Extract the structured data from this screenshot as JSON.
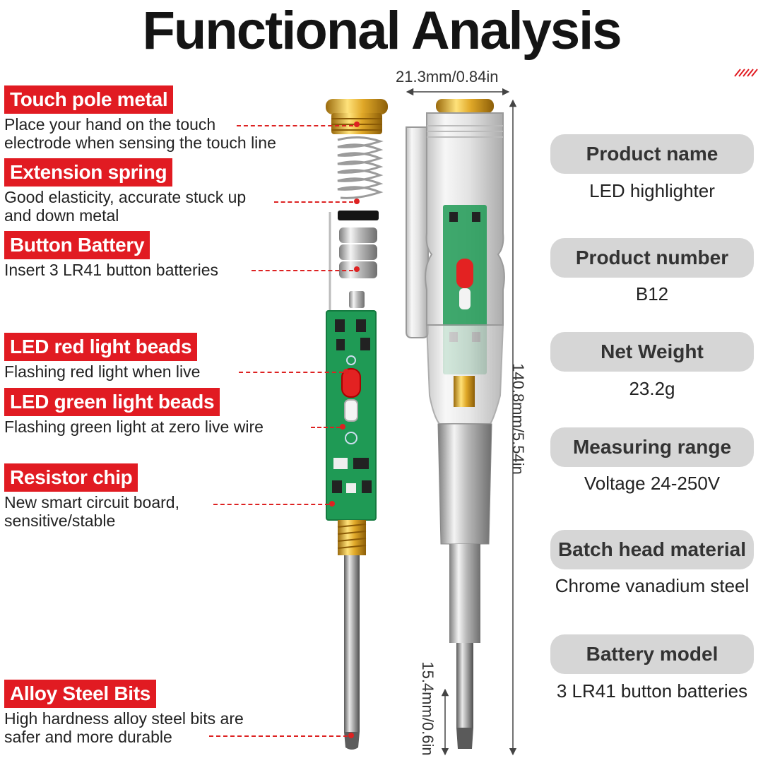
{
  "title": "Functional Analysis",
  "features": [
    {
      "label": "Touch pole metal",
      "description": [
        "Place your hand on the touch",
        "electrode when sensing the touch line"
      ]
    },
    {
      "label": "Extension spring",
      "description": [
        "Good elasticity, accurate stuck up",
        "and down metal"
      ]
    },
    {
      "label": "Button Battery",
      "description": [
        "Insert 3 LR41 button batteries"
      ]
    },
    {
      "label": "LED red light beads",
      "description": [
        "Flashing red light when live"
      ]
    },
    {
      "label": "LED green light beads",
      "description": [
        "Flashing green light at zero live wire"
      ]
    },
    {
      "label": "Resistor chip",
      "description": [
        "New smart circuit board,",
        "sensitive/stable"
      ]
    },
    {
      "label": "Alloy Steel Bits",
      "description": [
        "High hardness alloy steel bits are",
        "safer and more durable"
      ]
    }
  ],
  "dimensions": {
    "width": "21.3mm/0.84in",
    "length": "140.8mm/5.54in",
    "tip": "15.4mm/0.6in"
  },
  "specs": [
    {
      "name": "Product name",
      "value": "LED highlighter"
    },
    {
      "name": "Product number",
      "value": "B12"
    },
    {
      "name": "Net Weight",
      "value": "23.2g"
    },
    {
      "name": "Measuring range",
      "value": "Voltage 24-250V"
    },
    {
      "name": "Batch head material",
      "value": "Chrome vanadium steel"
    },
    {
      "name": "Battery model",
      "value": "3 LR41 button batteries"
    }
  ],
  "colors": {
    "accent": "#e11b22",
    "pill": "#d6d6d6",
    "pcb": "#1f9a55",
    "brass": "#d9a520"
  }
}
